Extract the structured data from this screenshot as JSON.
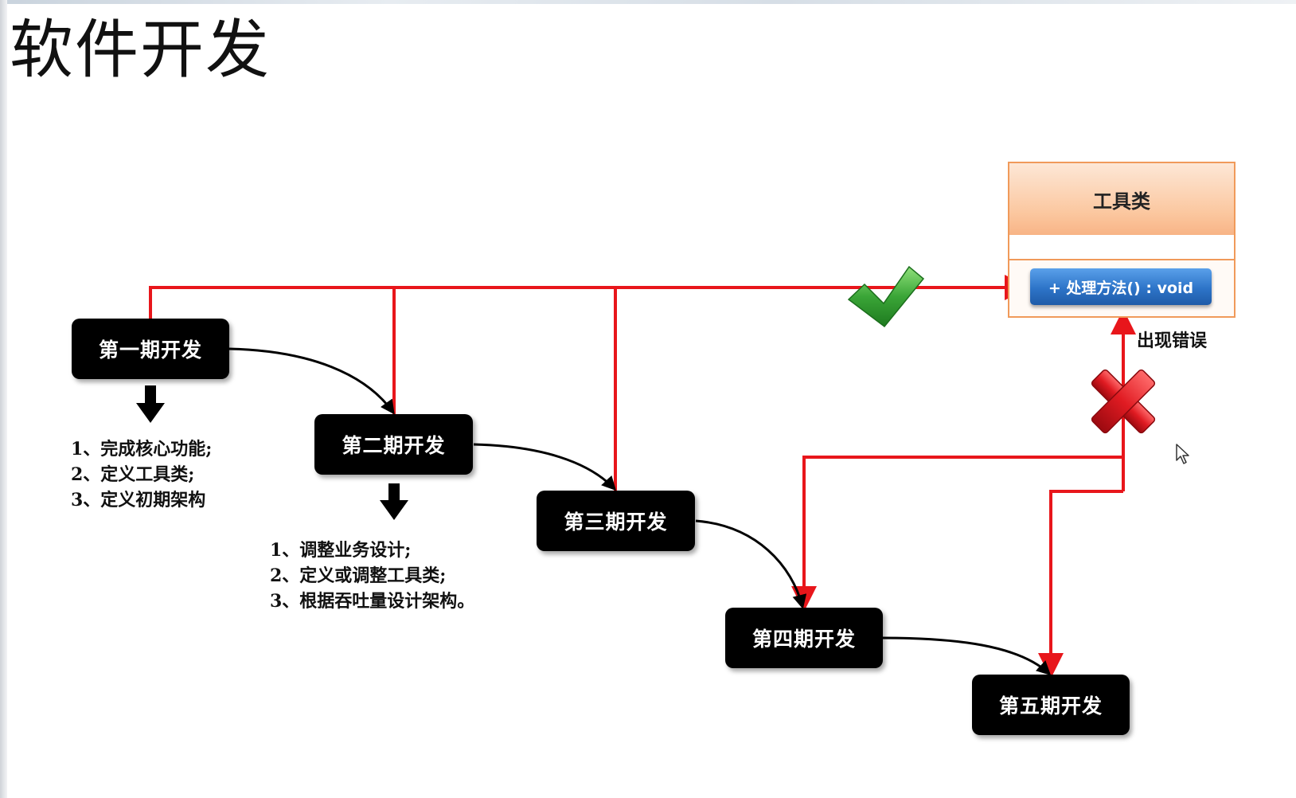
{
  "title": "软件开发",
  "phases": [
    {
      "label": "第一期开发"
    },
    {
      "label": "第二期开发"
    },
    {
      "label": "第三期开发"
    },
    {
      "label": "第四期开发"
    },
    {
      "label": "第五期开发"
    }
  ],
  "phase1_notes": [
    "1、完成核心功能;",
    "2、定义工具类;",
    "3、定义初期架构"
  ],
  "phase2_notes": [
    "1、调整业务设计;",
    "2、定义或调整工具类;",
    "3、根据吞吐量设计架构。"
  ],
  "tool_class": {
    "name": "工具类",
    "method": "+ 处理方法() : void"
  },
  "error_label": "出现错误",
  "colors": {
    "connector": "#e8161b",
    "phase_box": "#000000",
    "class_border": "#f09a5a",
    "method_button": "#2d74c8",
    "check": "#3aa537",
    "cross": "#d9101a"
  },
  "icons": [
    "green-check-icon",
    "red-cross-icon",
    "down-arrow-icon",
    "mouse-cursor-icon"
  ]
}
